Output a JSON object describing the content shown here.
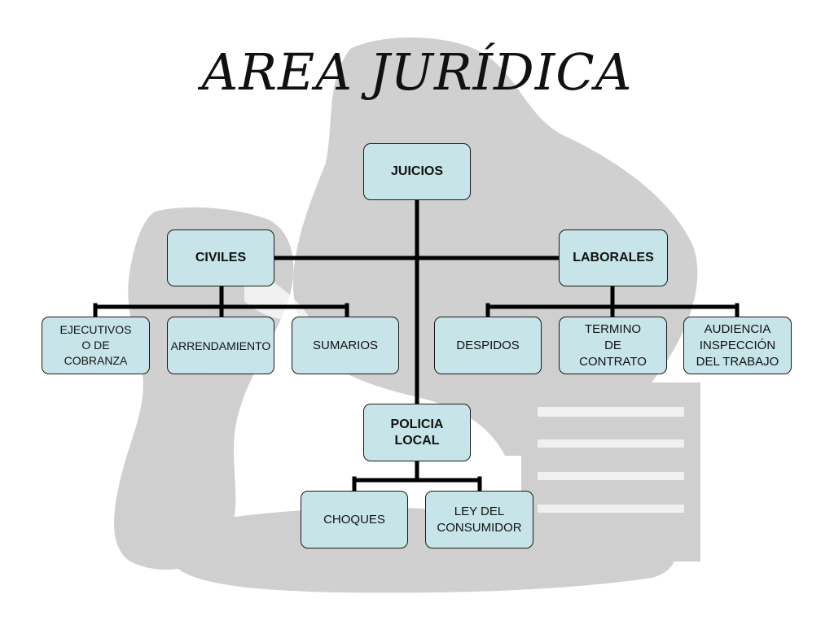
{
  "title": "AREA JURÍDICA",
  "nodes": {
    "juicios": "JUICIOS",
    "civiles": "CIVILES",
    "laborales": "LABORALES",
    "ejecutivos": "EJECUTIVOS\nO DE\nCOBRANZA",
    "arrendamiento": "ARRENDAMIENTO",
    "sumarios": "SUMARIOS",
    "despidos": "DESPIDOS",
    "termino": "TERMINO\nDE\nCONTRATO",
    "audiencia": "AUDIENCIA\nINSPECCIÓN\nDEL TRABAJO",
    "policia": "POLICIA\nLOCAL",
    "choques": "CHOQUES",
    "ley": "LEY DEL\nCONSUMIDOR"
  },
  "colors": {
    "node_fill": "#c7e5e8",
    "connector": "#000000",
    "background_art": "#9a9a9a"
  }
}
